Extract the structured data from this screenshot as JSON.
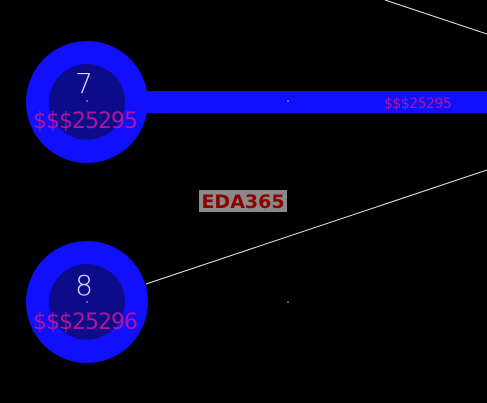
{
  "colors": {
    "background": "#000000",
    "pad_copper": "#1010ff",
    "pad_inner": "#0c0c8a",
    "net_label": "#b0159a",
    "ratsnest": "#e8e8e8",
    "watermark_text": "#8b0000",
    "watermark_bg": "#8a8a8a"
  },
  "pads": [
    {
      "number": "7",
      "net": "$$$25295"
    },
    {
      "number": "8",
      "net": "$$$25296"
    }
  ],
  "trace": {
    "net": "$$$25295"
  },
  "watermark": "EDA365"
}
